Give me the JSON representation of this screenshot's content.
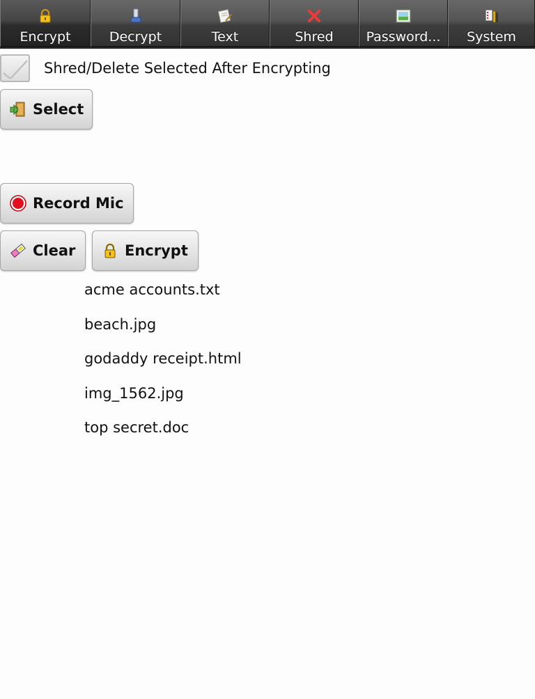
{
  "tabs": [
    {
      "label": "Encrypt",
      "icon": "lock-icon",
      "active": true
    },
    {
      "label": "Decrypt",
      "icon": "key-icon",
      "active": false
    },
    {
      "label": "Text",
      "icon": "notepad-icon",
      "active": false
    },
    {
      "label": "Shred",
      "icon": "red-x-icon",
      "active": false
    },
    {
      "label": "Password...",
      "icon": "picture-icon",
      "active": false
    },
    {
      "label": "System",
      "icon": "system-tools-icon",
      "active": false
    }
  ],
  "options": {
    "shred_after_label": "Shred/Delete Selected After Encrypting",
    "shred_after_checked": true
  },
  "buttons": {
    "select": "Select",
    "record_mic": "Record Mic",
    "clear": "Clear",
    "encrypt": "Encrypt"
  },
  "files": [
    "acme accounts.txt",
    "beach.jpg",
    "godaddy receipt.html",
    "img_1562.jpg",
    "top secret.doc"
  ],
  "colors": {
    "tab_bar": "#3d3d3d",
    "record_dot": "#e0101e",
    "background": "#fdfdfd"
  }
}
